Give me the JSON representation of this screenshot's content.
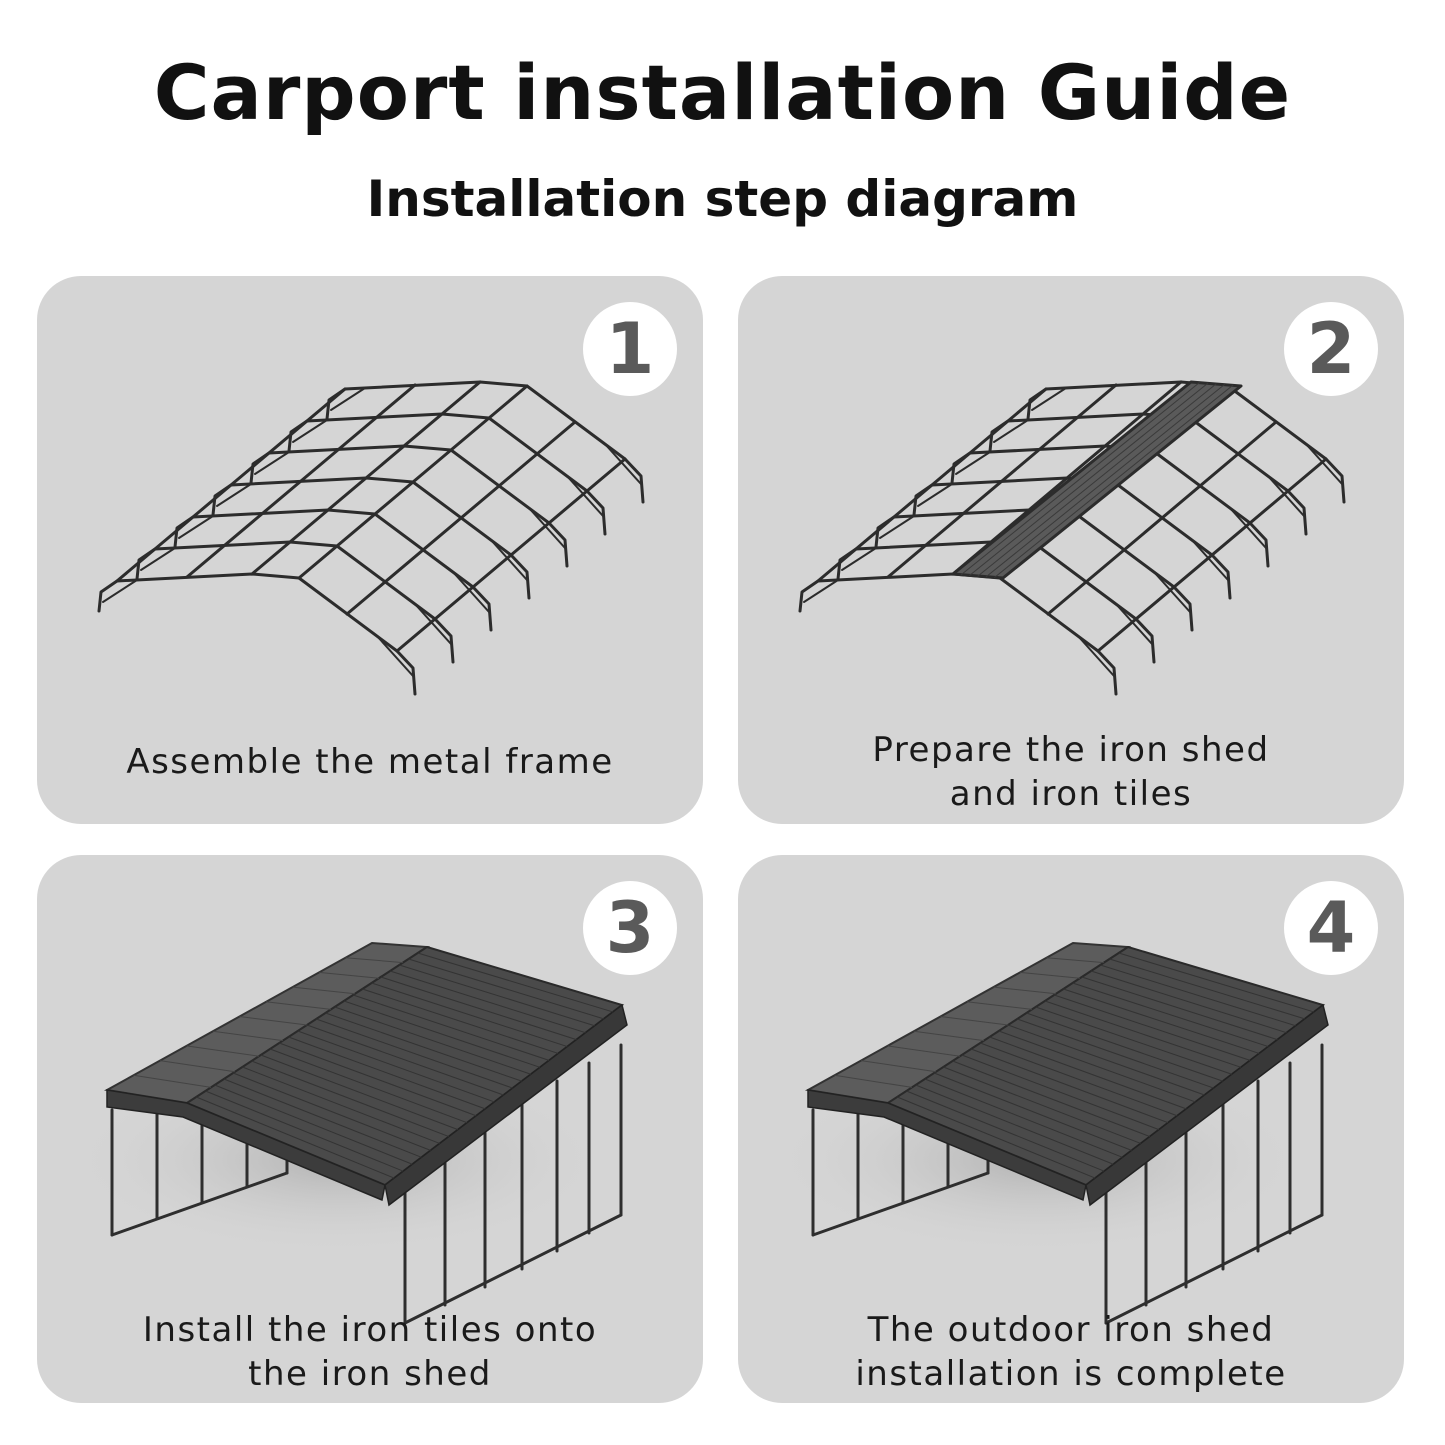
{
  "header": {
    "title": "Carport installation Guide",
    "subtitle": "Installation step diagram"
  },
  "steps": [
    {
      "number": "1",
      "lines": [
        "Assemble the metal frame"
      ],
      "illustration": "carport-frame-icon"
    },
    {
      "number": "2",
      "lines": [
        "Prepare the iron shed",
        "and iron tiles"
      ],
      "illustration": "carport-frame-ridge-icon"
    },
    {
      "number": "3",
      "lines": [
        "Install the iron tiles onto",
        "the iron shed"
      ],
      "illustration": "carport-roof-icon"
    },
    {
      "number": "4",
      "lines": [
        "The outdoor iron shed",
        "installation is complete"
      ],
      "illustration": "carport-complete-icon"
    }
  ],
  "colors": {
    "panel_bg": "#d5d5d5",
    "badge_bg": "#ffffff",
    "badge_text": "#5a5a5a",
    "frame": "#2c2c2c",
    "roof": "#4a4a4a"
  }
}
